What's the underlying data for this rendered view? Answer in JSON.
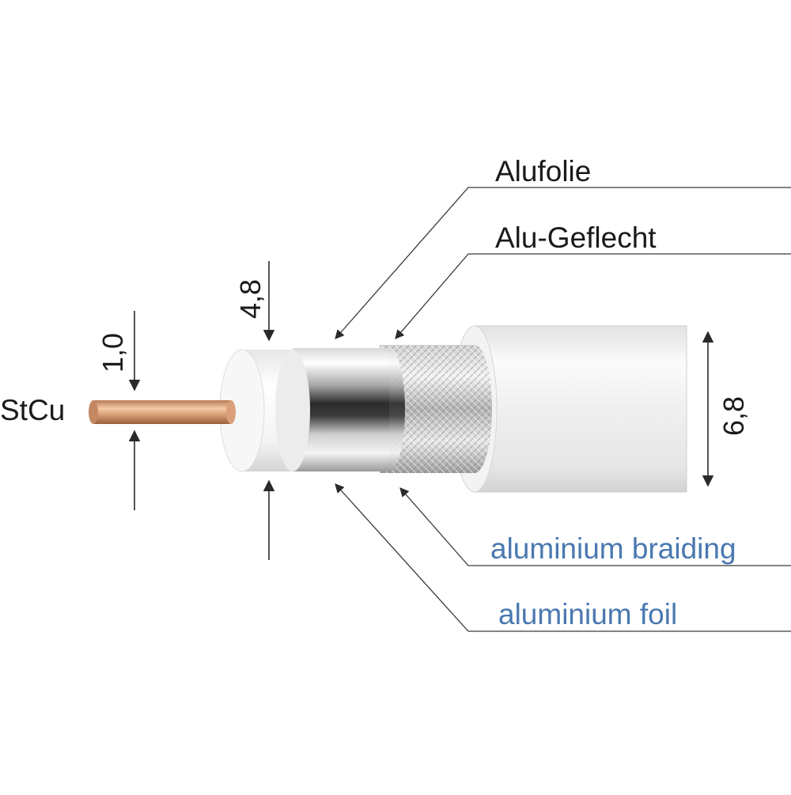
{
  "colors": {
    "german_label": "#1a1a1a",
    "english_label": "#4a78b0",
    "leader_line": "#3a3a3a",
    "copper": "#d9a07a",
    "insulation": "#f2f2f2",
    "jacket": "#eeeeee"
  },
  "labels": {
    "core_material": "StCu",
    "foil_de": "Alufolie",
    "braid_de": "Alu-Geflecht",
    "braid_en": "aluminium braiding",
    "foil_en": "aluminium foil"
  },
  "dimensions": {
    "core": "1,0",
    "dielectric": "4,8",
    "outer": "6,8"
  }
}
